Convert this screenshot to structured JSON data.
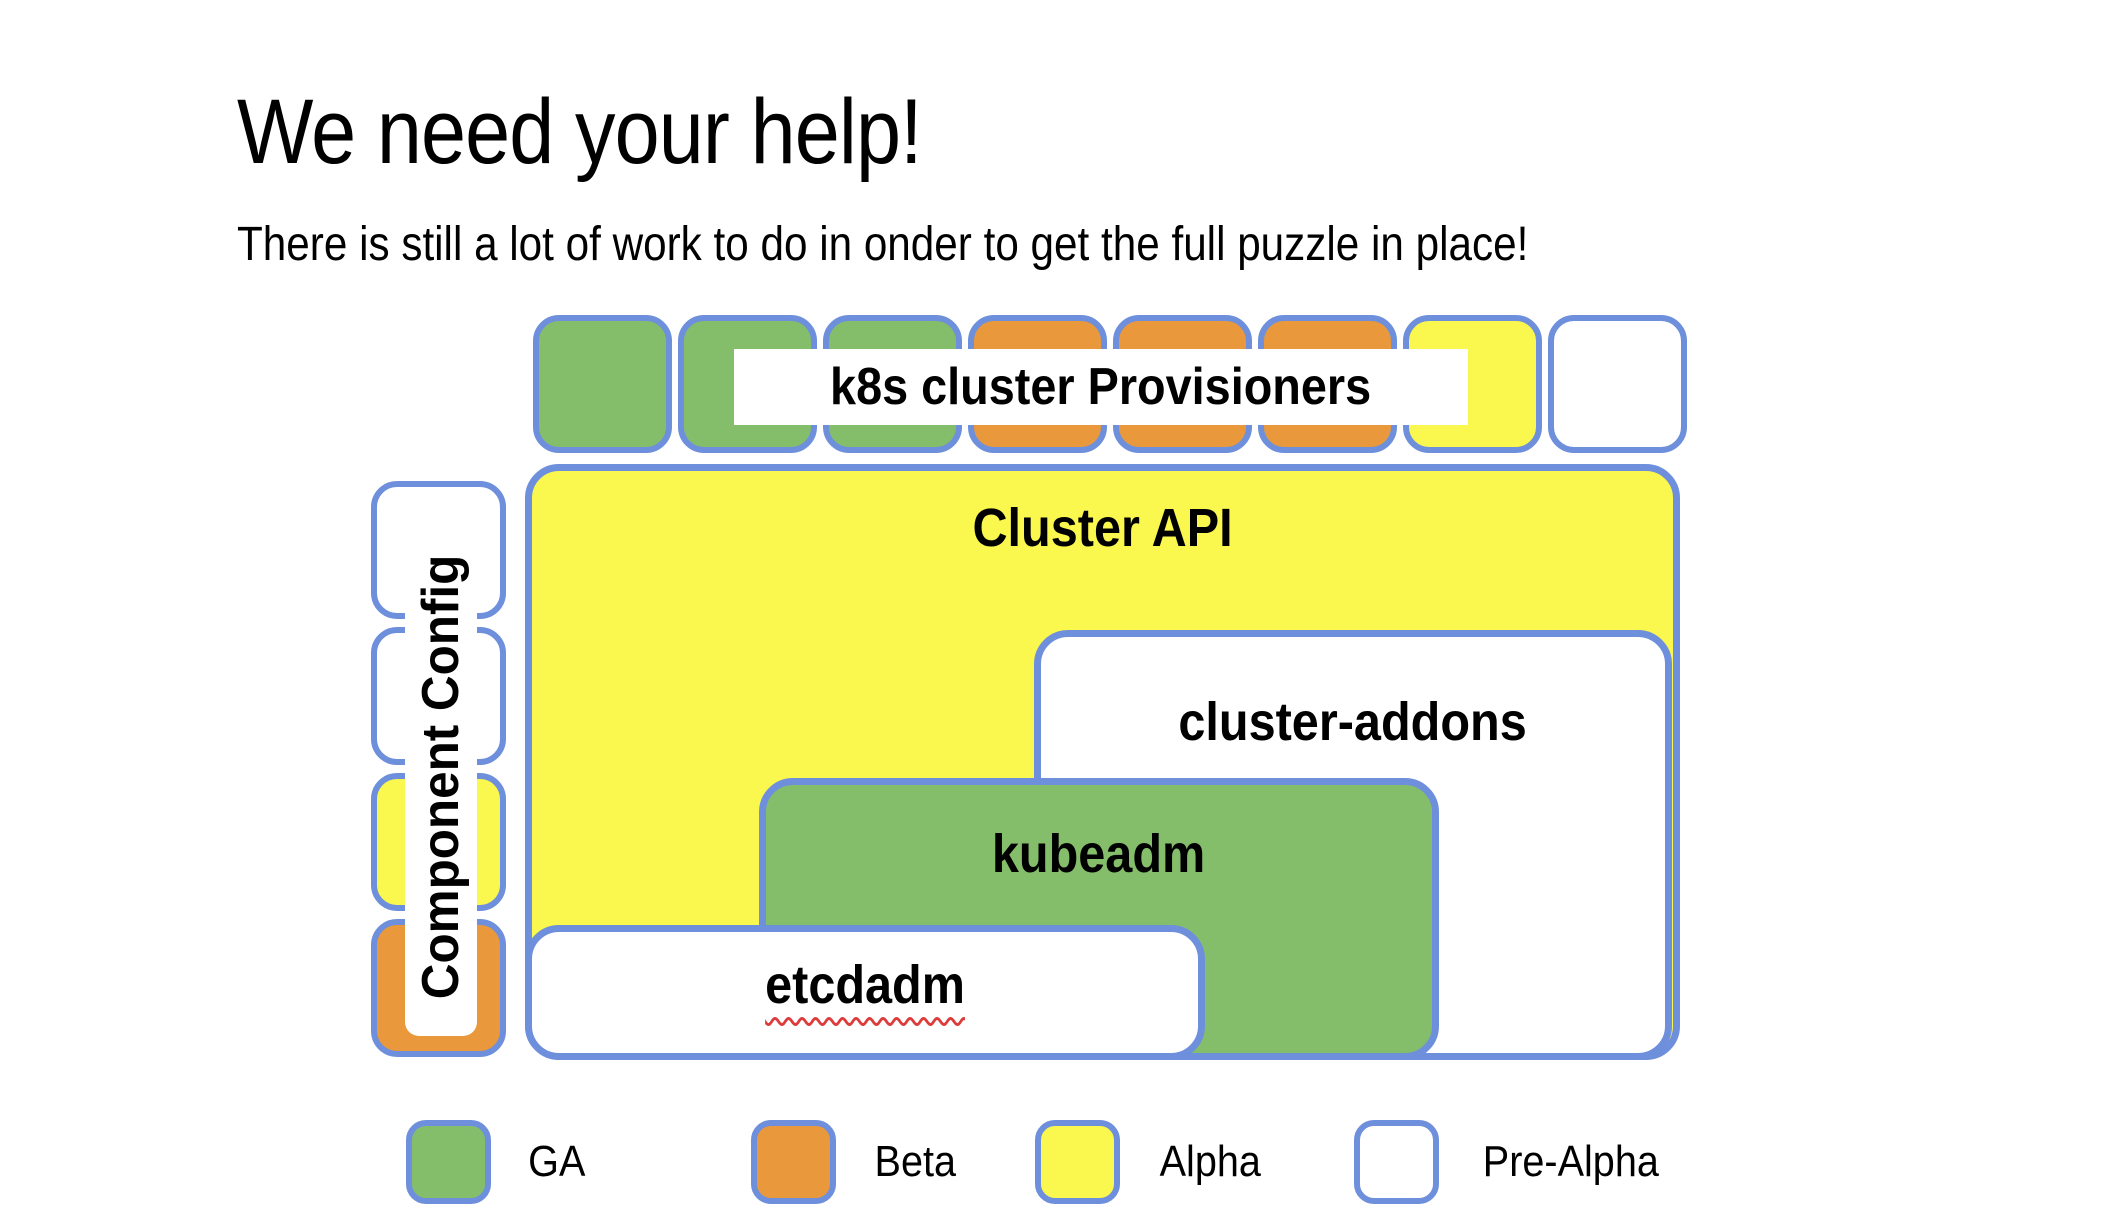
{
  "slide": {
    "title": "We need your help!",
    "subtitle": "There is still a lot of work to do in onder to get the full puzzle in place!"
  },
  "colors": {
    "background": "#FFFFFF",
    "text": "#000000",
    "piece_border": "#6E8FDB",
    "spellcheck_underline": "#DD3C3C"
  },
  "status_colors": {
    "ga": "#85BE6B",
    "beta": "#E9993B",
    "alpha": "#FAF74E",
    "pre_alpha": "#FFFFFF"
  },
  "diagram": {
    "provisioners_label": "k8s cluster Provisioners",
    "component_config_label": "Component Config",
    "top_row_pieces": [
      {
        "status": "GA",
        "color": "#85BE6B"
      },
      {
        "status": "GA",
        "color": "#85BE6B"
      },
      {
        "status": "GA",
        "color": "#85BE6B"
      },
      {
        "status": "Beta",
        "color": "#E9993B"
      },
      {
        "status": "Beta",
        "color": "#E9993B"
      },
      {
        "status": "Beta",
        "color": "#E9993B"
      },
      {
        "status": "Alpha",
        "color": "#FAF74E"
      },
      {
        "status": "Pre-Alpha",
        "color": "#FFFFFF"
      }
    ],
    "left_column_pieces": [
      {
        "status": "Pre-Alpha",
        "color": "#FFFFFF"
      },
      {
        "status": "Pre-Alpha",
        "color": "#FFFFFF"
      },
      {
        "status": "Alpha",
        "color": "#FAF74E"
      },
      {
        "status": "Beta",
        "color": "#E9993B"
      }
    ],
    "boxes": {
      "cluster_api": {
        "label": "Cluster API",
        "status": "Alpha",
        "color": "#FAF74E"
      },
      "cluster_addons": {
        "label": "cluster-addons",
        "status": "Pre-Alpha",
        "color": "#FFFFFF"
      },
      "kubeadm": {
        "label": "kubeadm",
        "status": "GA",
        "color": "#85BE6B"
      },
      "etcdadm": {
        "label": "etcdadm",
        "status": "Pre-Alpha",
        "color": "#FFFFFF",
        "spellcheck_underline": true
      }
    }
  },
  "legend": {
    "items": [
      {
        "label": "GA",
        "color": "#85BE6B"
      },
      {
        "label": "Beta",
        "color": "#E9993B"
      },
      {
        "label": "Alpha",
        "color": "#FAF74E"
      },
      {
        "label": "Pre-Alpha",
        "color": "#FFFFFF"
      }
    ]
  }
}
